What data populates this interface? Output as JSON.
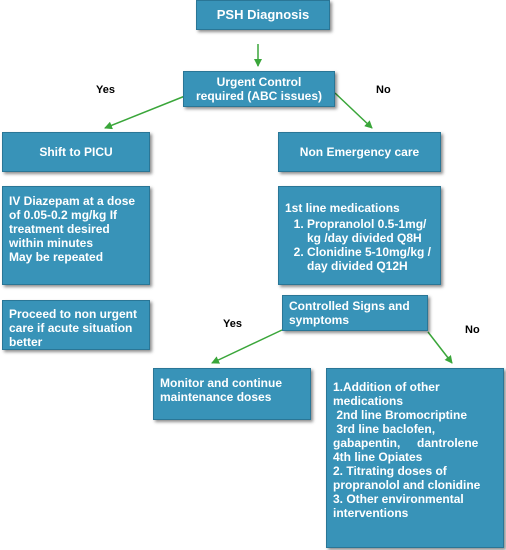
{
  "nodes": {
    "psh_diagnosis": "PSH Diagnosis",
    "urgent_control": [
      "Urgent Control",
      "required (ABC issues)"
    ],
    "shift_picu": "Shift to PICU",
    "non_emergency": "Non Emergency care",
    "iv_diazepam": [
      "IV Diazepam at a dose",
      "of 0.05-0.2 mg/kg If",
      "treatment desired",
      "within minutes",
      "May be repeated"
    ],
    "proceed_non_urgent": [
      "Proceed to non urgent",
      "care if acute situation",
      "better"
    ],
    "first_line": {
      "title": "1st line medications",
      "items": [
        [
          "Propranolol 0.5-1mg/",
          "kg /day divided Q8H"
        ],
        [
          "Clonidine 5-10mg/kg /",
          "day divided Q12H"
        ]
      ]
    },
    "controlled_signs": [
      "Controlled Signs and",
      "symptoms"
    ],
    "monitor": [
      "Monitor and continue",
      "maintenance doses"
    ],
    "other_options": [
      "1.Addition of other",
      "medications",
      " 2nd line Bromocriptine",
      " 3rd line baclofen,",
      "gabapentin,     dantrolene",
      "4th line Opiates",
      "2. Titrating doses of",
      "propranolol and clonidine",
      "3. Other environmental",
      "interventions"
    ]
  },
  "labels": {
    "yes_top": "Yes",
    "no_top": "No",
    "yes_mid": "Yes",
    "no_mid": "No"
  },
  "colors": {
    "box_fill": "#3893b8",
    "arrow": "#3aa63a"
  }
}
